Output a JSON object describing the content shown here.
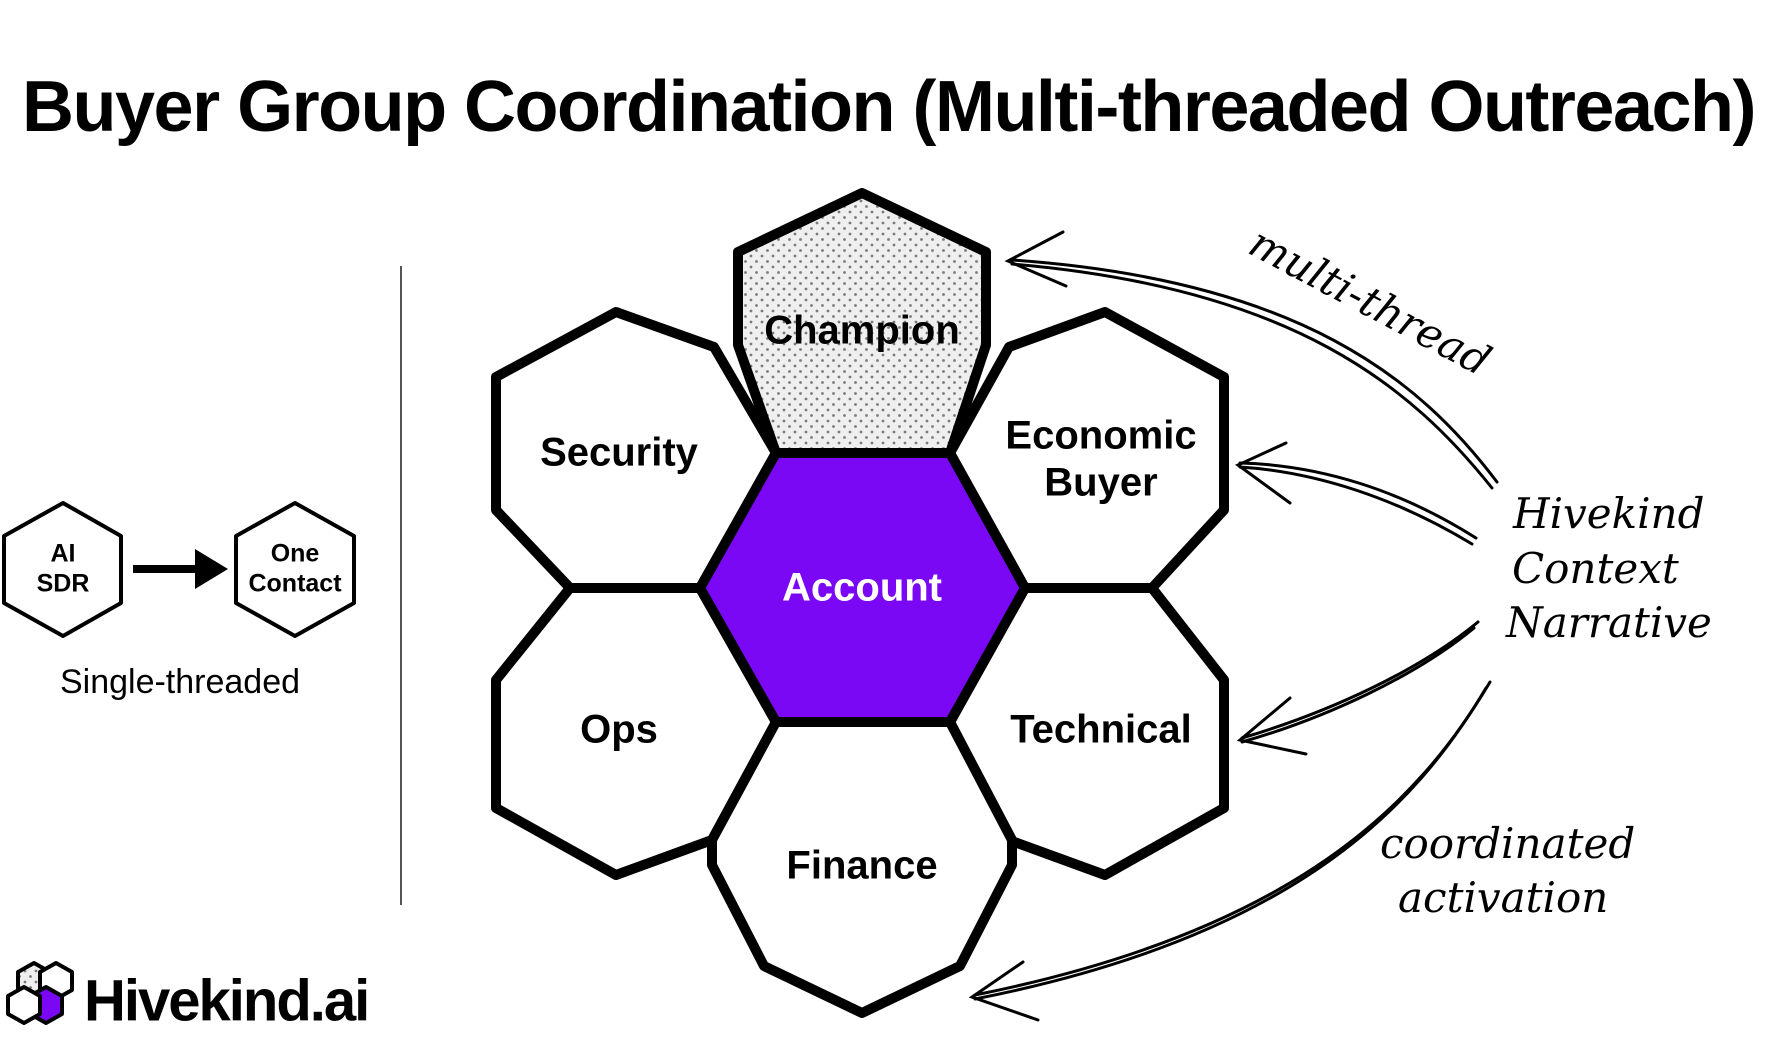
{
  "title": "Buyer Group Coordination (Multi-threaded Outreach)",
  "left_panel": {
    "source_node": [
      "AI",
      "SDR"
    ],
    "target_node": [
      "One",
      "Contact"
    ],
    "caption": "Single-threaded"
  },
  "honeycomb": {
    "center": "Account",
    "champion": "Champion",
    "economic_buyer": [
      "Economic",
      "Buyer"
    ],
    "technical": "Technical",
    "finance": "Finance",
    "ops": "Ops",
    "security": "Security"
  },
  "annotations": {
    "multi_thread": "multi-thread",
    "context": [
      "Hivekind",
      "Context",
      "Narrative"
    ],
    "coordinated": [
      "coordinated",
      "activation"
    ]
  },
  "brand": {
    "name": "Hivekind.ai"
  },
  "colors": {
    "accent": "#7b08f5",
    "outline": "#000000",
    "background": "#ffffff"
  }
}
